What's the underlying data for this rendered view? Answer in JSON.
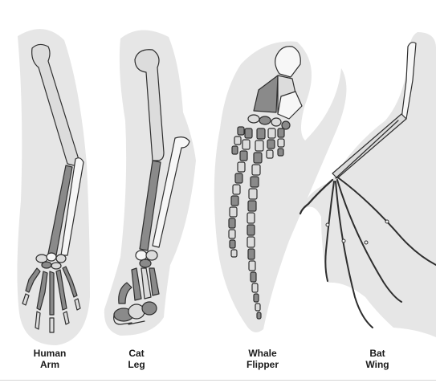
{
  "limbs": [
    {
      "id": "human",
      "line1": "Human",
      "line2": "Arm"
    },
    {
      "id": "cat",
      "line1": "Cat",
      "line2": "Leg"
    },
    {
      "id": "whale",
      "line1": "Whale",
      "line2": "Flipper"
    },
    {
      "id": "bat",
      "line1": "Bat",
      "line2": "Wing"
    }
  ],
  "colors": {
    "silhouette": "#e6e6e6",
    "bone_light": "#dcdcdc",
    "bone_dark": "#8a8a8a",
    "bone_white": "#f7f7f7",
    "outline": "#2e2e2e",
    "wing_membrane": "#e6e6e6"
  }
}
